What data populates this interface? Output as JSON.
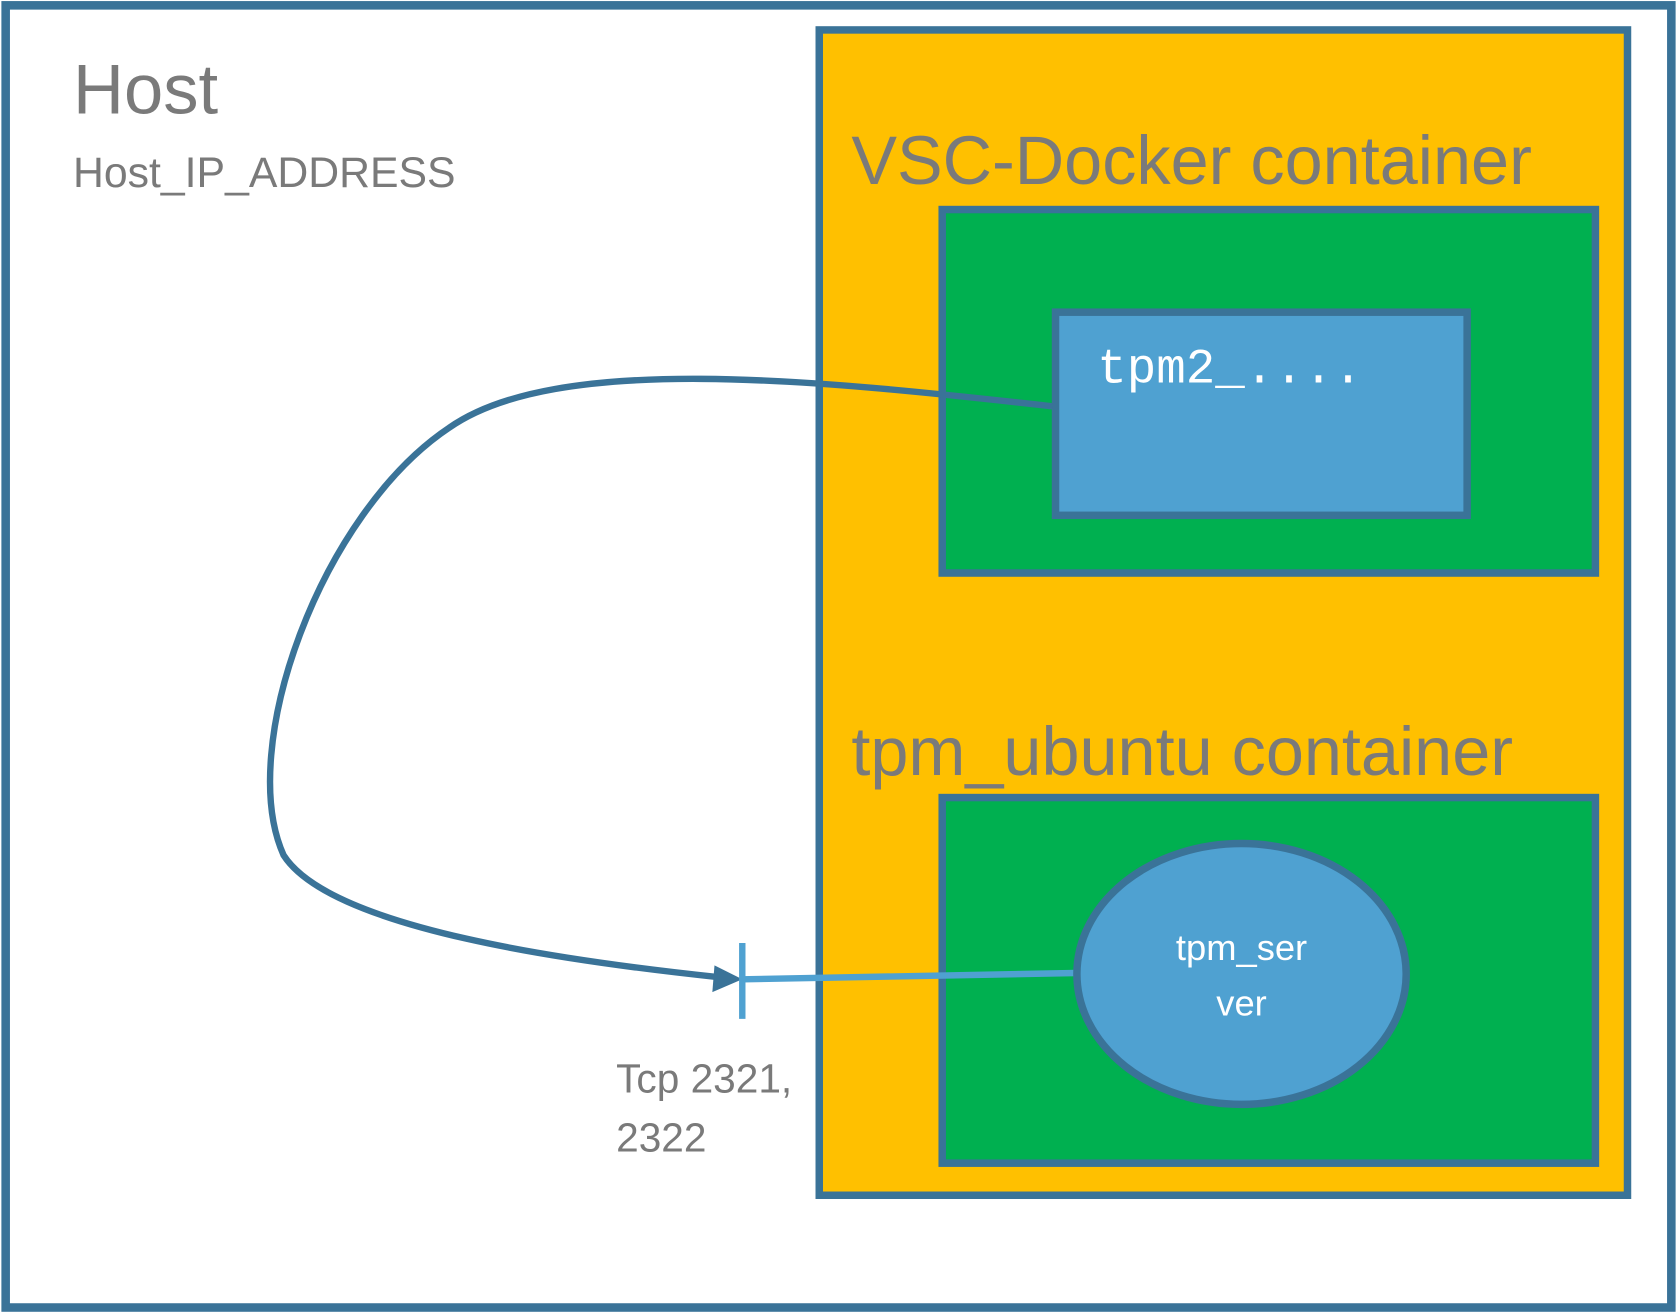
{
  "host": {
    "title": "Host",
    "subtitle": "Host_IP_ADDRESS"
  },
  "vsc_container": {
    "title": "VSC-Docker container",
    "inner_box": {
      "command_label": "tpm2_...."
    }
  },
  "tpm_container": {
    "title": "tpm_ubuntu container",
    "server": {
      "label_line1": "tpm_ser",
      "label_line2": "ver"
    }
  },
  "port": {
    "label_line1": "Tcp 2321,",
    "label_line2": "2322"
  },
  "colors": {
    "border": "#3a7398",
    "container_fill": "#ffc000",
    "inner_fill": "#00b050",
    "node_fill": "#4fa1d1",
    "port_line": "#4fa1d1",
    "text_gray": "#7a7a7a"
  }
}
